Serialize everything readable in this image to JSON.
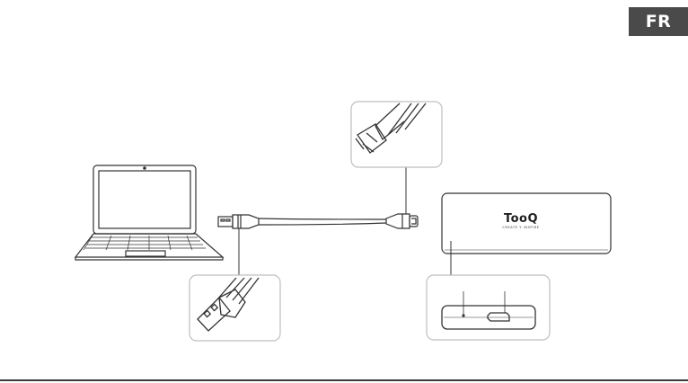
{
  "language_badge": {
    "label": "FR",
    "color": "#4a4a4a"
  },
  "brand": {
    "name": "TooQ",
    "tagline": "CREATE Y INSPIRE"
  },
  "colors": {
    "line": "#333333",
    "callout_border": "#bfbfbf",
    "connector": "#1e1e1e"
  },
  "icons": [
    "laptop-icon",
    "usb-a-plug-icon",
    "micro-b-plug-icon",
    "hdd-enclosure-icon",
    "led-indicator-icon",
    "micro-b-port-icon"
  ]
}
